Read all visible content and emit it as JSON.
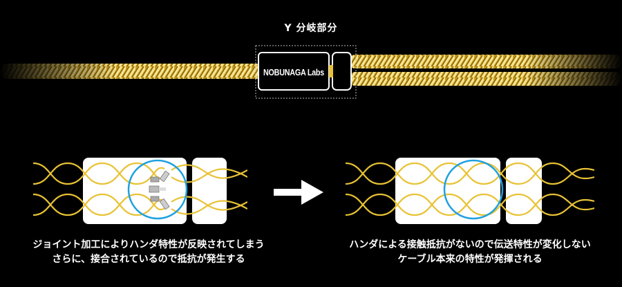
{
  "title": "Y 分岐部分",
  "top": {
    "logo_text": "NOBUNAGA Labs"
  },
  "captions": {
    "left_line1": "ジョイント加工によりハンダ特性が反映されてしまう",
    "left_line2": "さらに、接合されているので抵抗が発生する",
    "right_line1": "ハンダによる接触抵抗がないので伝送特性が変化しない",
    "right_line2": "ケーブル本来の特性が発揮される"
  },
  "colors": {
    "wire": "#e8c235",
    "wire_dark": "#8a6d12",
    "highlight": "#1ea0e0",
    "box": "#ffffff",
    "background": "#000000"
  }
}
